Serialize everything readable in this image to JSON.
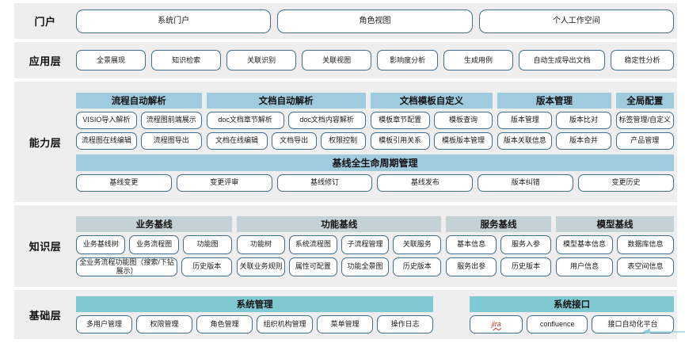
{
  "layers": [
    {
      "id": "portal",
      "label": "门户",
      "buttons": [
        "系统门户",
        "角色视图",
        "个人工作空间"
      ]
    },
    {
      "id": "application",
      "label": "应用层",
      "buttons": [
        "全景展现",
        "知识检索",
        "关联识别",
        "关联视图",
        "影响度分析",
        "生成用例",
        "自动生成导出文档",
        "稳定性分析"
      ]
    },
    {
      "id": "capability",
      "label": "能力层",
      "groups": [
        {
          "header": "流程自动解析",
          "flex": 2.05,
          "rows": [
            [
              "VISIO导入解析",
              "流程图前端展示"
            ],
            [
              "流程图在线编辑",
              "流程图导出"
            ]
          ]
        },
        {
          "header": "文档自动解析",
          "flex": 2.6,
          "rows": [
            [
              "doc文档章节解析",
              "doc文档内容解析"
            ],
            [
              "文档在线编辑",
              "文档导出",
              "权限控制"
            ]
          ]
        },
        {
          "header": "文档模板自定义",
          "flex": 2.0,
          "rows": [
            [
              "模板章节配置",
              "模板查询"
            ],
            [
              "模板引用关系",
              "模板版本管理"
            ]
          ]
        },
        {
          "header": "版本管理",
          "flex": 1.85,
          "rows": [
            [
              "版本管理",
              "版本比对"
            ],
            [
              "版本关联信息",
              "版本合并"
            ]
          ]
        },
        {
          "header": "全局配置",
          "flex": 0.95,
          "rows": [
            [
              "标签管理/自定义"
            ],
            [
              "产品管理"
            ]
          ]
        }
      ],
      "wide_band": {
        "header": "基线全生命周期管理",
        "buttons": [
          "基线变更",
          "变更评审",
          "基线修订",
          "基线发布",
          "版本纠错",
          "变更历史"
        ]
      }
    },
    {
      "id": "knowledge",
      "label": "知识层",
      "groups": [
        {
          "header": "业务基线",
          "flex": 2.45,
          "rows": [
            [
              "业务基线树",
              "业务流程图",
              "功能图"
            ],
            [
              "全业务流程功能图（搜索/下钻展示）",
              "历史版本"
            ]
          ],
          "row2_flex": [
            2.1,
            1
          ]
        },
        {
          "header": "功能基线",
          "flex": 3.2,
          "rows": [
            [
              "功能树",
              "系统流程图",
              "子流程管理",
              "关联服务"
            ],
            [
              "关联业务规则",
              "属性可配置",
              "功能全景图",
              "历史版本"
            ]
          ]
        },
        {
          "header": "服务基线",
          "flex": 1.65,
          "rows": [
            [
              "基本信息",
              "服务入参"
            ],
            [
              "服务出参",
              "历史版本"
            ]
          ]
        },
        {
          "header": "模型基线",
          "flex": 1.85,
          "rows": [
            [
              "模型基本信息",
              "数据库信息"
            ],
            [
              "用户信息",
              "表空间信息"
            ]
          ]
        }
      ]
    },
    {
      "id": "foundation",
      "label": "基础层",
      "groups": [
        {
          "header": "系统管理",
          "flex": 1.75,
          "rows": [
            [
              "多用户管理",
              "权限管理",
              "角色管理",
              "组织机构管理",
              "菜单管理",
              "操作日志"
            ]
          ]
        },
        {
          "header": "系统接口",
          "flex": 1.0,
          "rows": [
            [
              "jira",
              "confluence",
              "接口自动化平台"
            ]
          ],
          "row_flex": [
            [
              1,
              1.15,
              1.6
            ]
          ]
        }
      ]
    }
  ],
  "colors": {
    "band_bg": "#eeeeee",
    "capability_header": "#9fcbdf",
    "knowledge_header": "#c4d2d7",
    "foundation_header": "#7fc9d3",
    "button_border": "#3f6f8f",
    "accent_arrow": "#8ccfdb"
  }
}
